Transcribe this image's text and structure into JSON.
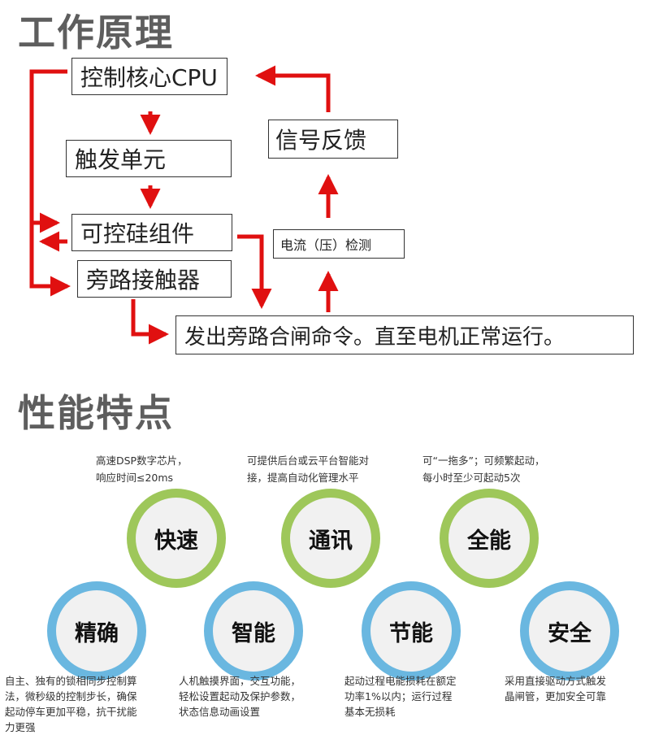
{
  "sections": {
    "principle_title": "工作原理",
    "features_title": "性能特点"
  },
  "flow": {
    "cpu": "控制核心CPU",
    "trigger": "触发单元",
    "scr": "可控硅组件",
    "bypass": "旁路接触器",
    "command": "发出旁路合闸命令。直至电机正常运行。",
    "detect": "电流（压）检测",
    "feedback": "信号反馈",
    "arrow_color": "#e01010"
  },
  "features": [
    {
      "label": "快速",
      "desc": [
        "高速DSP数字芯片，",
        "响应时间≤20ms"
      ]
    },
    {
      "label": "通讯",
      "desc": [
        "可提供后台或云平台智能对",
        "接，提高自动化管理水平"
      ]
    },
    {
      "label": "全能",
      "desc": [
        "可“一拖多”；可频繁起动，",
        "每小时至少可起动5次"
      ]
    },
    {
      "label": "精确",
      "desc": [
        "自主、独有的锁相同步控制算",
        "法，微秒级的控制步长，确保",
        "起动停车更加平稳，抗干扰能",
        "力更强"
      ]
    },
    {
      "label": "智能",
      "desc": [
        "人机触摸界面，交互功能，",
        "轻松设置起动及保护参数，",
        "状态信息动画设置"
      ]
    },
    {
      "label": "节能",
      "desc": [
        "起动过程电能损耗在额定",
        "功率1%以内；运行过程",
        "基本无损耗"
      ]
    },
    {
      "label": "安全",
      "desc": [
        "采用直接驱动方式触发",
        "晶闸管，更加安全可靠"
      ]
    }
  ],
  "colors": {
    "green_ring": "#9ec75a",
    "blue_ring": "#6ab7e0"
  }
}
